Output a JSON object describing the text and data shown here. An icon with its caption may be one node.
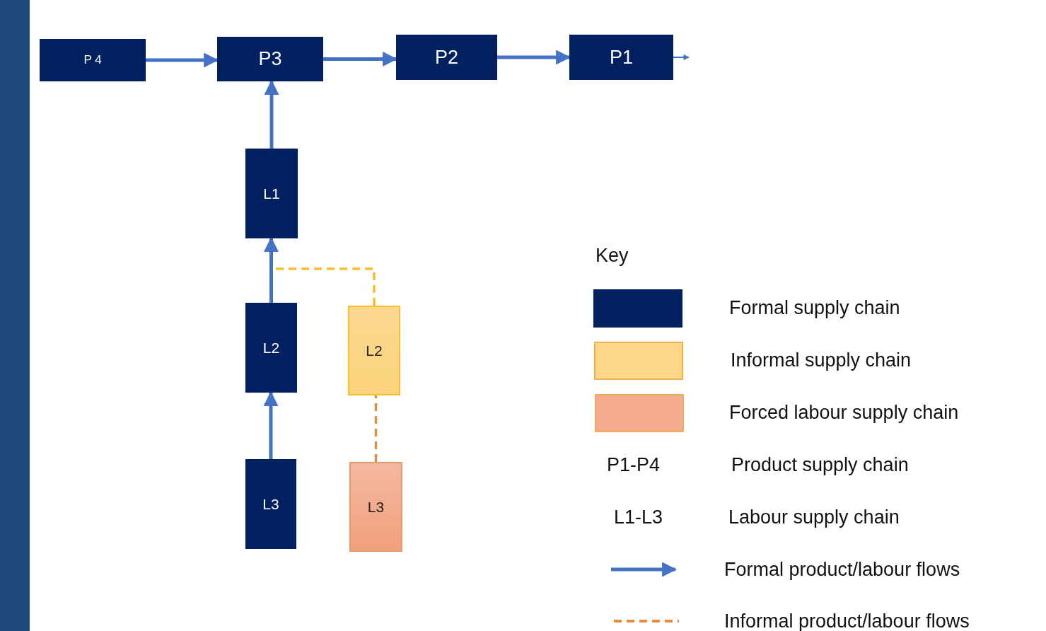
{
  "diagram": {
    "nodes": [
      {
        "text": [
          "P 4"
        ]
      },
      {
        "text": [
          "P3"
        ]
      },
      {
        "text": [
          "P2"
        ]
      },
      {
        "text": [
          "P1"
        ]
      },
      {
        "text": [
          "L1"
        ]
      },
      {
        "text": [
          "L2"
        ]
      },
      {
        "text": [
          "L2"
        ]
      },
      {
        "text": [
          "L3"
        ]
      },
      {
        "text": [
          "L3"
        ]
      }
    ],
    "edges": [
      {
        "from": 0,
        "to": 1,
        "arrow": "to"
      },
      {
        "from": 1,
        "to": 2,
        "arrow": "to"
      },
      {
        "from": 2,
        "to": 3,
        "arrow": "to"
      },
      {
        "from": 3,
        "to": null,
        "arrow": "to"
      },
      {
        "from": 4,
        "to": 1,
        "arrow": "to"
      },
      {
        "from": 5,
        "to": 4,
        "arrow": "to"
      },
      {
        "from": 7,
        "to": 5,
        "arrow": "to"
      },
      {
        "from": 6,
        "to": 4,
        "arrow": "none",
        "style": "dashed",
        "color": "#f5c02a"
      },
      {
        "from": 8,
        "to": 6,
        "arrow": "none",
        "style": "dashed",
        "color": "#d9904a"
      }
    ],
    "labels": [
      "Key",
      "P1-P4",
      "L1-L3"
    ],
    "legend": [
      {
        "text": "Formal supply chain",
        "color": "#002060"
      },
      {
        "text": "Informal supply chain",
        "color": "#fcd787"
      },
      {
        "text": "Forced labour supply chain",
        "color": "#f4ab8c"
      },
      {
        "text": "Product supply chain"
      },
      {
        "text": "Labour supply chain"
      },
      {
        "text": "Formal product/labour flows"
      },
      {
        "text": "Informal product/labour flows"
      }
    ]
  }
}
